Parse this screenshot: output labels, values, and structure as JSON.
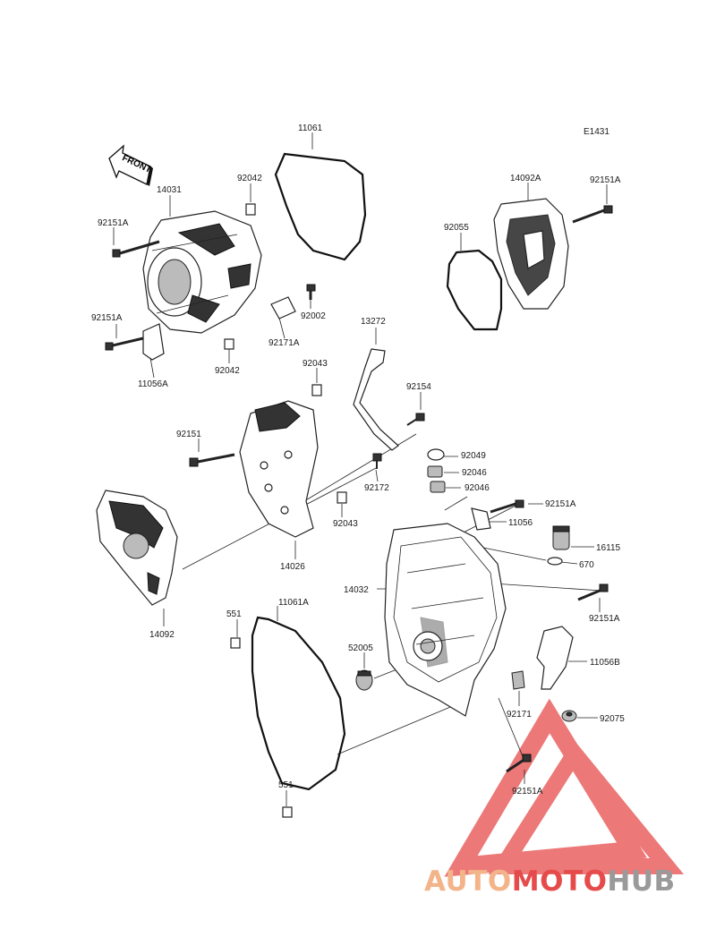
{
  "diagram_code": "E1431",
  "front_arrow_label": "FRONT",
  "labels": {
    "p11061": "11061",
    "p14031": "14031",
    "p92042a": "92042",
    "p92151A_a": "92151A",
    "p92151A_b": "92151A",
    "p92002": "92002",
    "p92171A": "92171A",
    "p92042b": "92042",
    "p11056A": "11056A",
    "p14092A": "14092A",
    "p92151A_c": "92151A",
    "p92055": "92055",
    "p13272": "13272",
    "p92043a": "92043",
    "p92154": "92154",
    "p92151": "92151",
    "p92049": "92049",
    "p92046a": "92046",
    "p92046b": "92046",
    "p92172": "92172",
    "p92043b": "92043",
    "p92151A_d": "92151A",
    "p11056": "11056",
    "p16115": "16115",
    "p670": "670",
    "p14026": "14026",
    "p14092": "14092",
    "p14032": "14032",
    "p551a": "551",
    "p11061A": "11061A",
    "p92151A_e": "92151A",
    "p52005": "52005",
    "p11056B": "11056B",
    "p92171": "92171",
    "p92075": "92075",
    "p92151A_f": "92151A",
    "p551b": "551"
  },
  "watermark": {
    "part1": "AUTO",
    "part2": "MOTO",
    "part3": "HUB",
    "color_light": "#f4b48a",
    "color_red": "#e64b4b",
    "color_gray": "#9a9a9a"
  }
}
